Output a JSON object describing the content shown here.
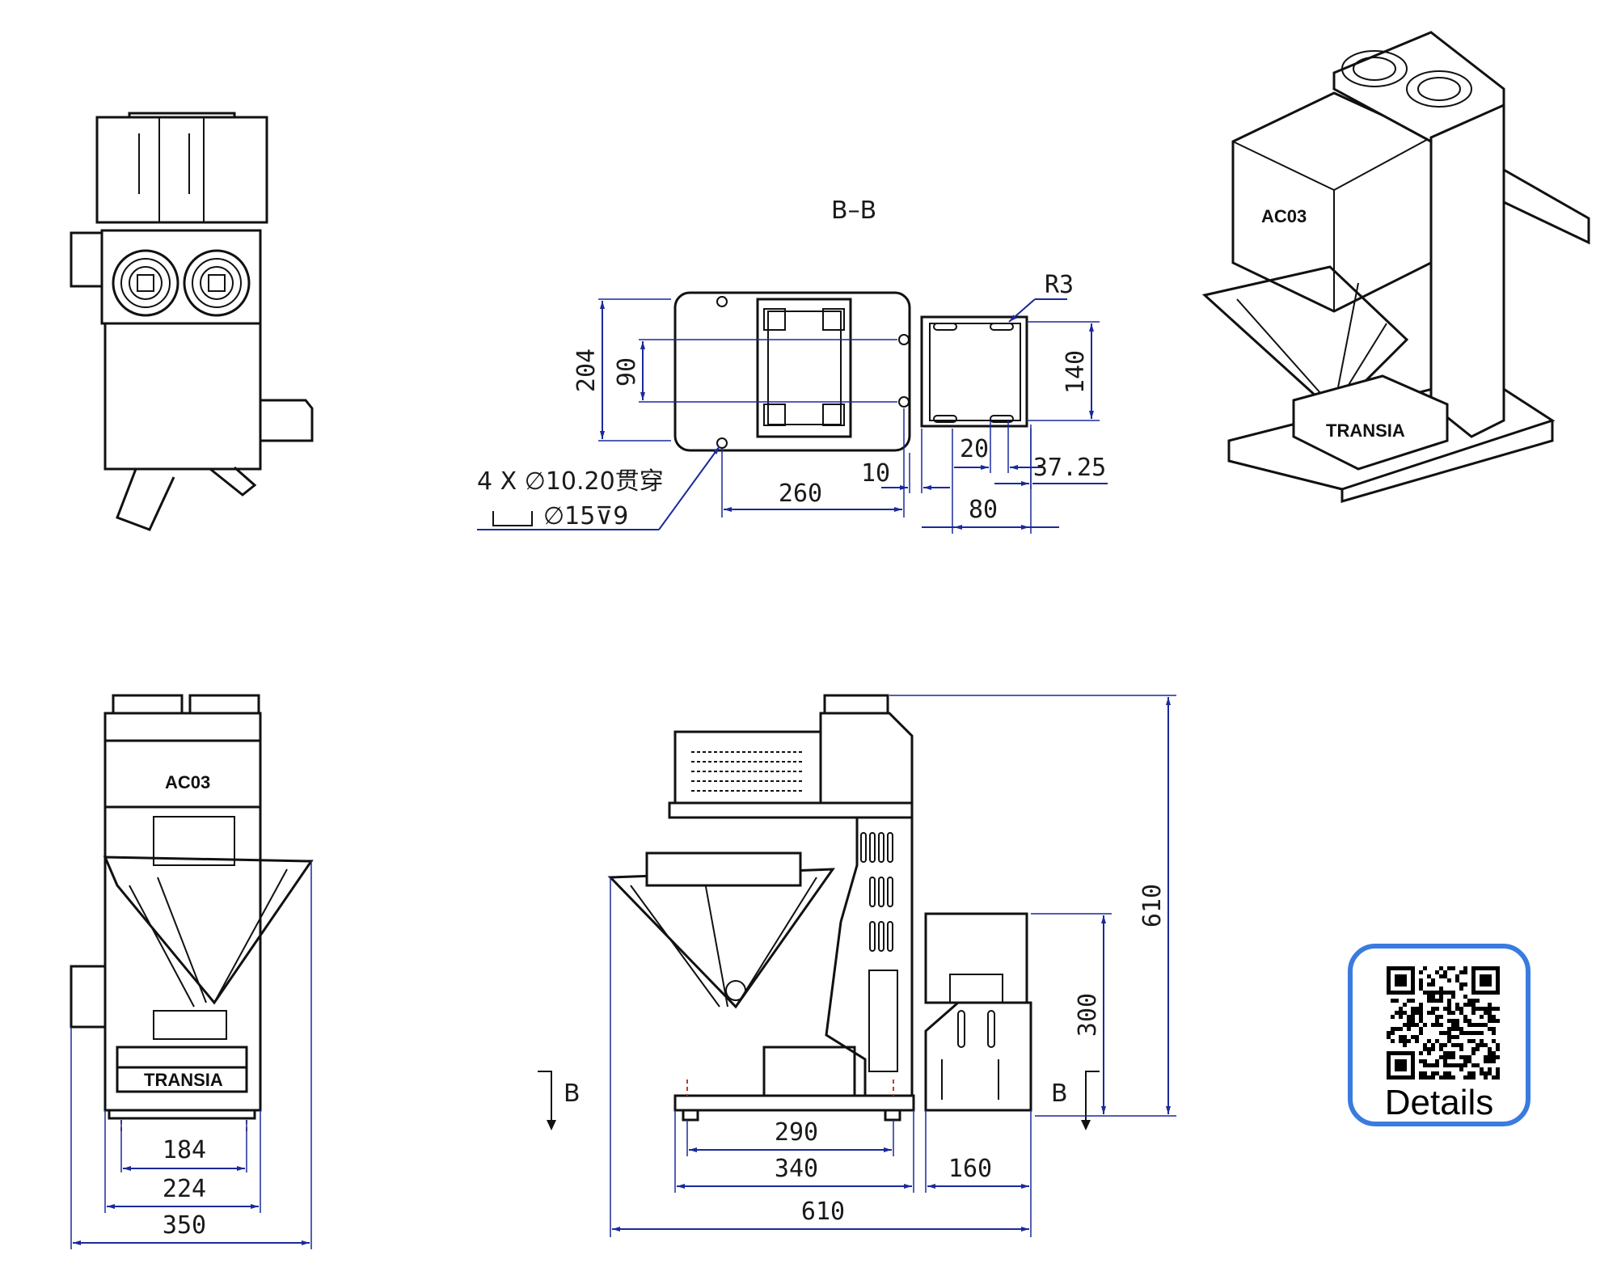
{
  "section_label": "B–B",
  "hole_callout": {
    "line1": "4 X ∅10.20贯穿",
    "line2": "∅15⊽9"
  },
  "radius_label": "R3",
  "section_marker_left": "B",
  "section_marker_right": "B",
  "front_brand": "AC03",
  "base_brand": "TRANSIA",
  "dimensions": {
    "d204": "204",
    "d90": "90",
    "d140": "140",
    "d260": "260",
    "d10": "10",
    "d20": "20",
    "d37_25": "37.25",
    "d80": "80",
    "d184": "184",
    "d224": "224",
    "d350": "350",
    "d610_height": "610",
    "d300": "300",
    "d290": "290",
    "d340": "340",
    "d160": "160",
    "d610_width": "610"
  },
  "qr_button": {
    "label": "Details",
    "border_color": "#3a7be0"
  },
  "colors": {
    "dimension_line": "#1a2a9a",
    "center_mark": "#c0392b"
  }
}
